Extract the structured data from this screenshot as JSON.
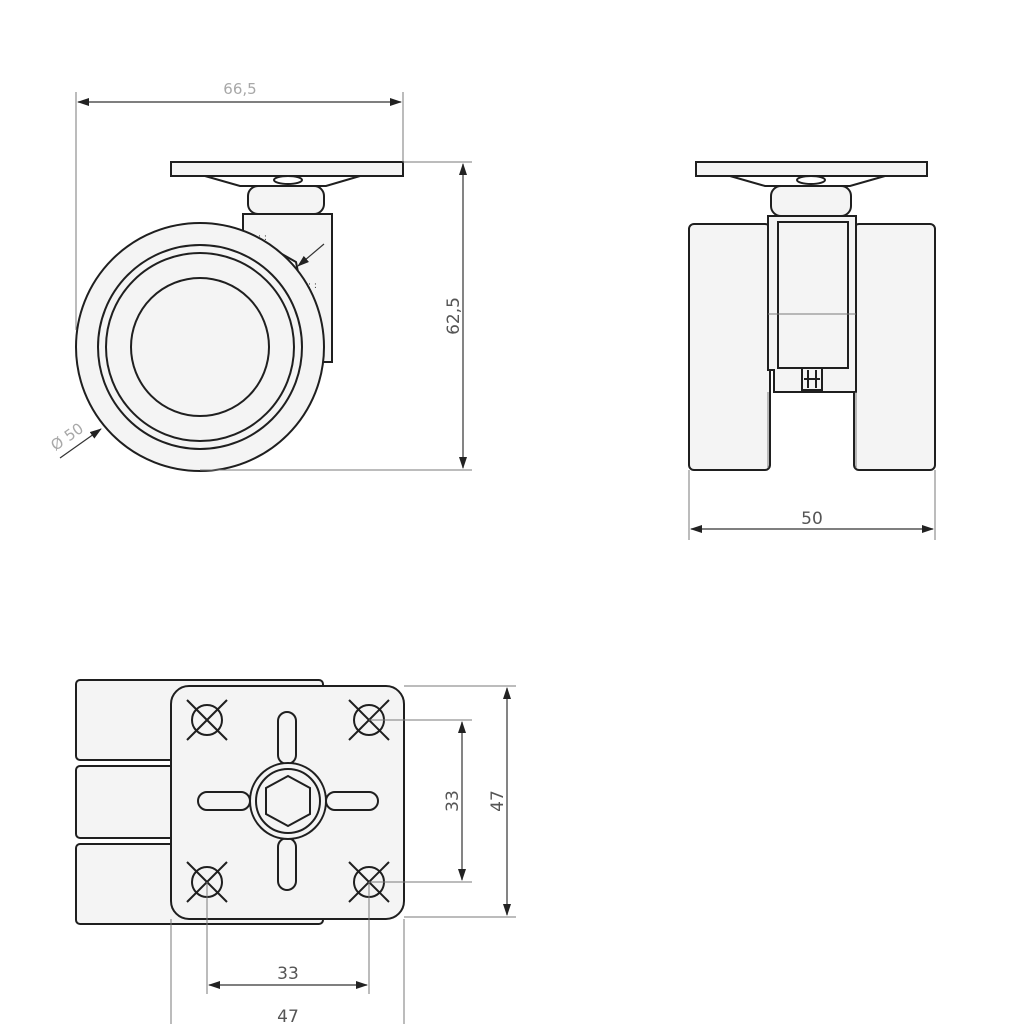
{
  "dimensions": {
    "overall_width": "66,5",
    "height": "62,5",
    "wheel_diameter": "Ø 50",
    "total_width": "50",
    "bolt_spacing_v": "33",
    "plate_height": "47",
    "bolt_spacing_h": "33",
    "plate_width": "47"
  }
}
